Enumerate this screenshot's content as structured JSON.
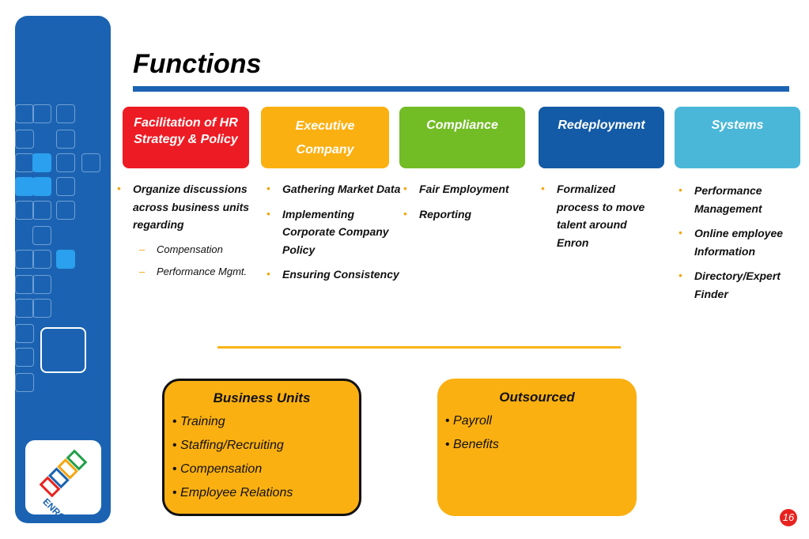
{
  "slide": {
    "title": "Functions",
    "page_number": "16"
  },
  "logo": {
    "text": "ENRON"
  },
  "functions": [
    {
      "label": "Facilitation of HR Strategy & Policy",
      "color": "#ed1c24",
      "bullets": [
        "Organize discussions across business units regarding"
      ],
      "sub_bullets": [
        "Compensation",
        "Performance Mgmt."
      ]
    },
    {
      "label_line1": "Executive",
      "label_line2": "Company",
      "color": "#fbb012",
      "bullets": [
        "Gathering Market Data",
        "Implementing Corporate Company Policy",
        "Ensuring Consistency"
      ]
    },
    {
      "label": "Compliance",
      "color": "#72bc25",
      "bullets": [
        "Fair Employment",
        "Reporting"
      ]
    },
    {
      "label": "Redeployment",
      "color": "#135ba6",
      "bullets": [
        "Formalized process to move talent around Enron"
      ]
    },
    {
      "label": "Systems",
      "color": "#4ab7d8",
      "bullets": [
        "Performance Management",
        "Online employee Information",
        "Directory/Expert Finder"
      ]
    }
  ],
  "business_units": {
    "title": "Business Units",
    "items": [
      "Training",
      "Staffing/Recruiting",
      "Compensation",
      "Employee Relations"
    ]
  },
  "outsourced": {
    "title": "Outsourced",
    "items": [
      "Payroll",
      "Benefits"
    ]
  }
}
